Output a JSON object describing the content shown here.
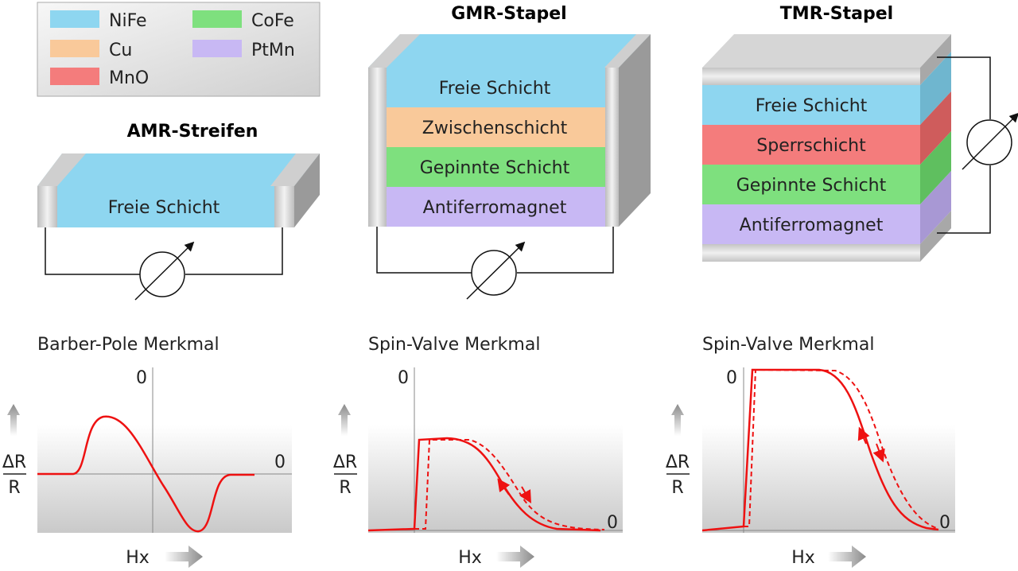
{
  "legend": {
    "items": [
      {
        "name": "NiFe",
        "color": "#8ED6F0"
      },
      {
        "name": "Cu",
        "color": "#F9C99A"
      },
      {
        "name": "MnO",
        "color": "#F47C7C"
      },
      {
        "name": "CoFe",
        "color": "#7EE07E"
      },
      {
        "name": "PtMn",
        "color": "#C8B8F4"
      }
    ]
  },
  "amr": {
    "title": "AMR-Streifen",
    "layers": [
      "Freie Schicht"
    ]
  },
  "gmr": {
    "title": "GMR-Stapel",
    "layers": [
      "Freie Schicht",
      "Zwischenschicht",
      "Gepinnte Schicht",
      "Antiferromagnet"
    ]
  },
  "tmr": {
    "title": "TMR-Stapel",
    "layers": [
      "Freie Schicht",
      "Sperrschicht",
      "Gepinnte Schicht",
      "Antiferromagnet"
    ]
  },
  "graphs": [
    {
      "title": "Barber-Pole Merkmal",
      "zero_y": "0",
      "zero_x": "0",
      "ylabel_top": "ΔR",
      "ylabel_bottom": "R",
      "xlabel": "Hx"
    },
    {
      "title": "Spin-Valve Merkmal",
      "zero_y": "0",
      "zero_x": "0",
      "ylabel_top": "ΔR",
      "ylabel_bottom": "R",
      "xlabel": "Hx"
    },
    {
      "title": "Spin-Valve Merkmal",
      "zero_y": "0",
      "zero_x": "0",
      "ylabel_top": "ΔR",
      "ylabel_bottom": "R",
      "xlabel": "Hx"
    }
  ]
}
